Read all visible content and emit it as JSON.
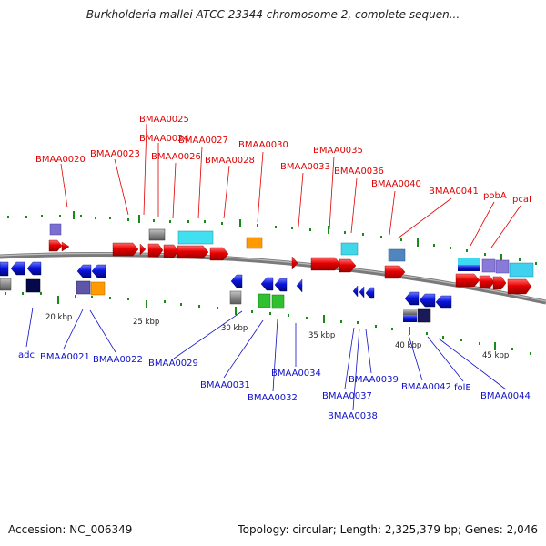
{
  "title": "Burkholderia mallei ATCC 23344 chromosome 2, complete sequen...",
  "accession": "Accession: NC_006349",
  "summary": "Topology: circular; Length: 2,325,379 bp; Genes: 2,046",
  "scale_labels": [
    "20 kbp",
    "25 kbp",
    "30 kbp",
    "35 kbp",
    "40 kbp",
    "45 kbp"
  ],
  "top_labels": [
    "BMAA0020",
    "BMAA0023",
    "BMAA0025",
    "BMAA0024",
    "BMAA0026",
    "BMAA0027",
    "BMAA0028",
    "BMAA0030",
    "BMAA0033",
    "BMAA0035",
    "BMAA0036",
    "BMAA0040",
    "BMAA0041",
    "pobA",
    "pcaI"
  ],
  "bottom_labels": [
    "adc",
    "BMAA0021",
    "BMAA0022",
    "BMAA0029",
    "BMAA0031",
    "BMAA0032",
    "BMAA0034",
    "BMAA0037",
    "BMAA0038",
    "BMAA0039",
    "BMAA0042",
    "folE",
    "BMAA0044"
  ],
  "colors": {
    "forward": "#e60000",
    "reverse": "#0a14e0",
    "backbone": "#808080",
    "tick": "#1a8a1a",
    "label_top": "#e00000",
    "label_bottom": "#1010c8"
  }
}
